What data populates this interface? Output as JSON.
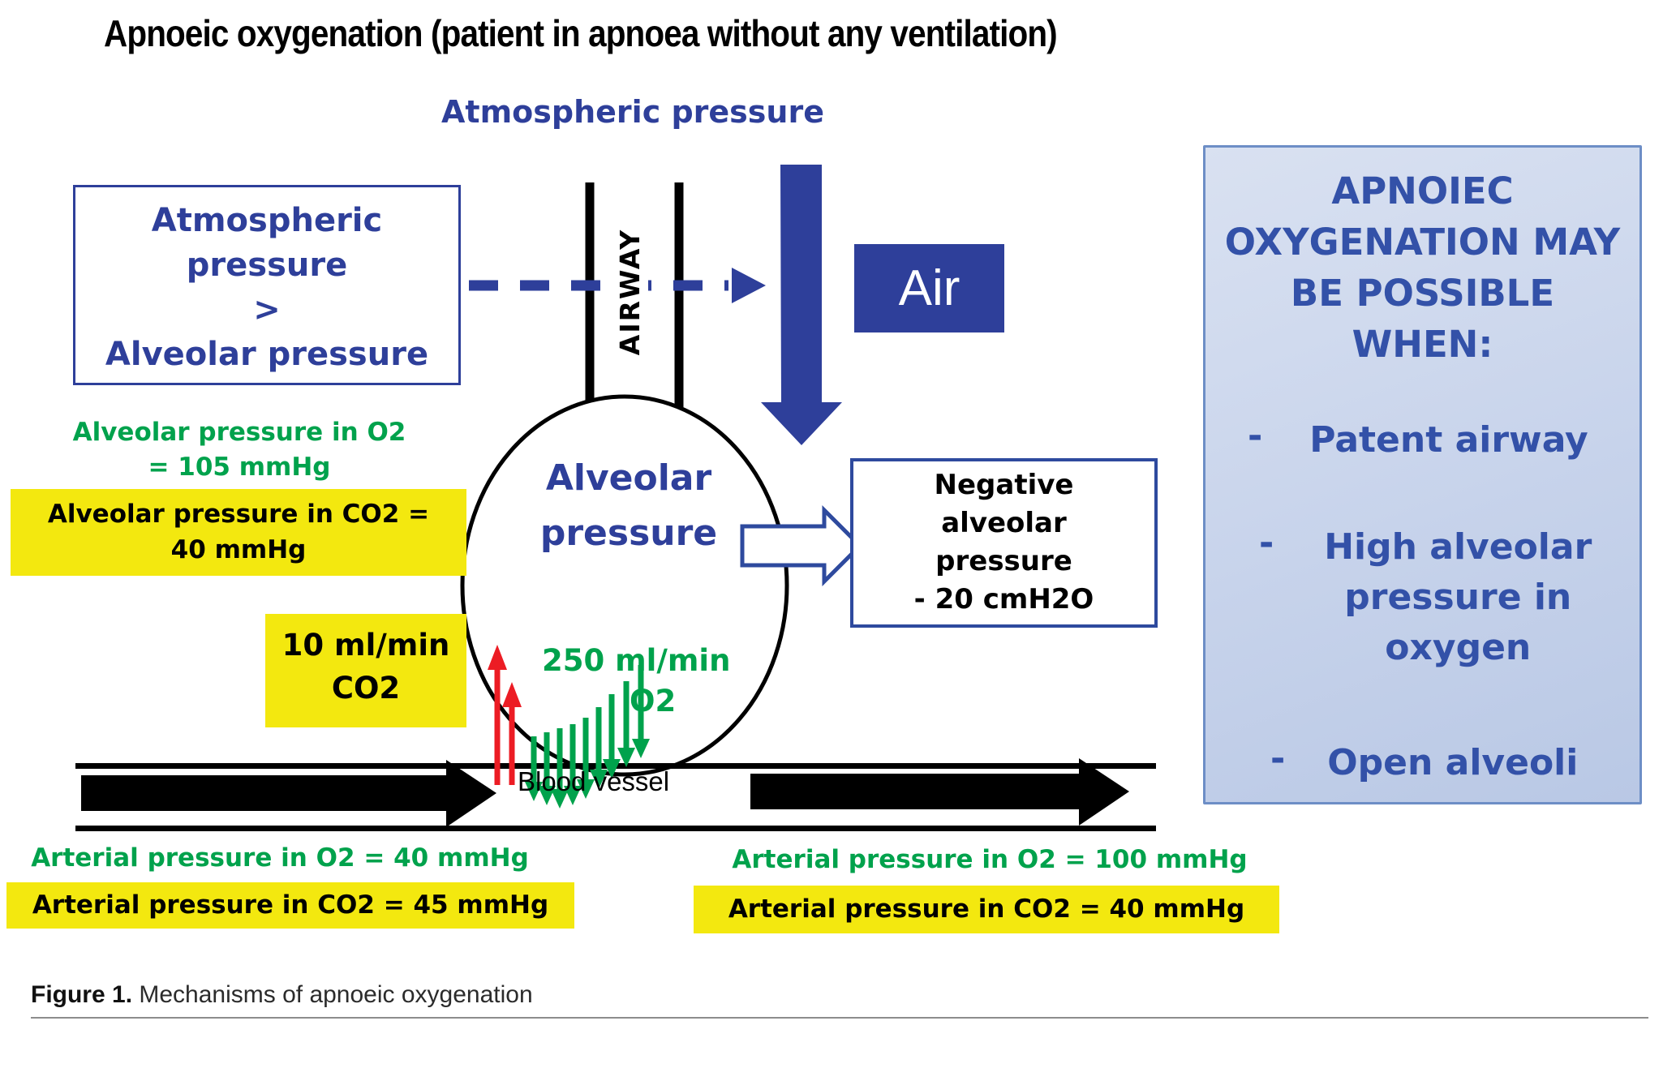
{
  "title": "Apnoeic oxygenation (patient in apnoea without any ventilation)",
  "colors": {
    "diagram_blue": "#2E3F9A",
    "green": "#00A24C",
    "highlight_yellow": "#F3E80F",
    "red": "#EC1C24",
    "panel_background": "#C7D3EB",
    "panel_border": "#6D8EC6",
    "panel_text": "#3351A8"
  },
  "atmospheric_heading": "Atmospheric pressure",
  "pressure_box": {
    "line1": "Atmospheric",
    "line2": "pressure",
    "line3": ">",
    "line4": "Alveolar pressure"
  },
  "airway_label": "AIRWAY",
  "air_label": "Air",
  "alveolar_circle": {
    "line1": "Alveolar",
    "line2": "pressure"
  },
  "negative_box": {
    "line1": "Negative",
    "line2": "alveolar",
    "line3": "pressure",
    "line4": "- 20 cmH2O"
  },
  "alveolar_o2": {
    "line1": "Alveolar pressure in O2",
    "line2": "= 105 mmHg"
  },
  "alveolar_co2": {
    "line1": "Alveolar pressure in CO2 =",
    "line2": "40 mmHg"
  },
  "co2_flux": {
    "line1": "10 ml/min",
    "line2": "CO2"
  },
  "o2_flux": {
    "line1": "250 ml/min",
    "line2": "O2"
  },
  "blood_vessel_label": "Blood vessel",
  "arterial_left_o2": "Arterial pressure in O2 = 40 mmHg",
  "arterial_left_co2": "Arterial pressure in CO2 = 45 mmHg",
  "arterial_right_o2": "Arterial pressure in O2 = 100 mmHg",
  "arterial_right_co2": "Arterial pressure in CO2 = 40 mmHg",
  "side_panel": {
    "heading": "APNOIEC OXYGENATION MAY BE POSSIBLE WHEN:",
    "bullet_marker": "-",
    "bullets": [
      "Patent airway",
      "High alveolar pressure in oxygen",
      "Open alveoli"
    ]
  },
  "caption": {
    "label": "Figure 1.",
    "text": " Mechanisms of apnoeic oxygenation"
  }
}
